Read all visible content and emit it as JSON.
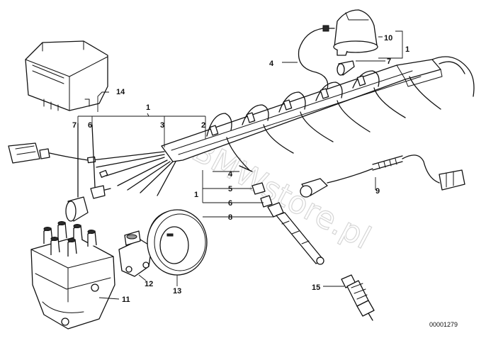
{
  "watermark": "BMWstore.pl",
  "document_number": "00001279",
  "callouts": {
    "c1a": "1",
    "c1b": "1",
    "c1c": "1",
    "c2": "2",
    "c3": "3",
    "c4a": "4",
    "c4b": "4",
    "c5": "5",
    "c6a": "6",
    "c6b": "6",
    "c7a": "7",
    "c7b": "7",
    "c8": "8",
    "c9": "9",
    "c10": "10",
    "c11": "11",
    "c12": "12",
    "c13": "13",
    "c14": "14",
    "c15": "15"
  }
}
